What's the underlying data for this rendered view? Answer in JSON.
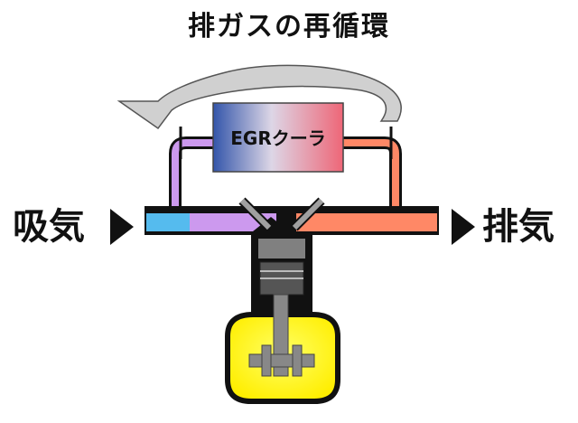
{
  "title": "排ガスの再循環",
  "labels": {
    "intake": "吸気",
    "exhaust": "排気",
    "cooler": "EGRクーラ"
  },
  "colors": {
    "intake_air": "#55bbee",
    "intake_mix": "#cc99ee",
    "exhaust_gas": "#ff8866",
    "cooler_cold": "#3355aa",
    "cooler_hot": "#ee6677",
    "combustion": "#ffee00",
    "engine_block": "#808080",
    "recirculation_arrow": "#d0d0d0"
  },
  "icons": {
    "intake_arrow": "triangle-right-icon",
    "exhaust_arrow": "triangle-right-icon",
    "recirculation": "curved-arrow-left-icon"
  }
}
